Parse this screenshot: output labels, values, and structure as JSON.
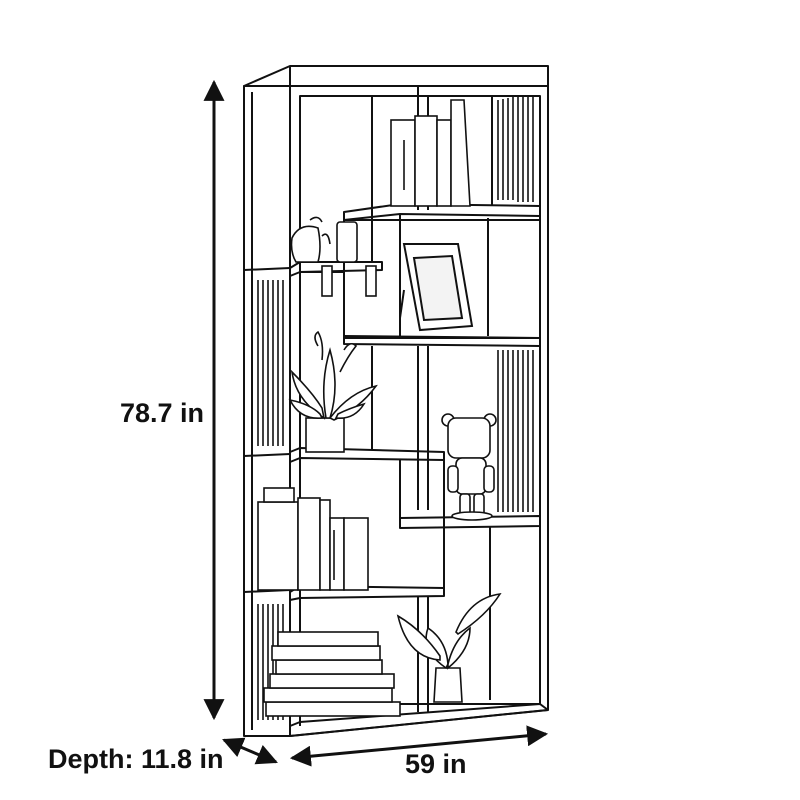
{
  "dimensions": {
    "height": "78.7 in",
    "depth": "Depth: 11.8 in",
    "width": "59 in"
  },
  "colors": {
    "line": "#111111",
    "background": "#ffffff",
    "fill_light": "#f3f3f3"
  },
  "icons": [
    "bookshelf-illustration",
    "potted-plant-icon",
    "bear-figurine-icon",
    "picture-frame-icon",
    "book-stack-icon",
    "vase-icon"
  ]
}
